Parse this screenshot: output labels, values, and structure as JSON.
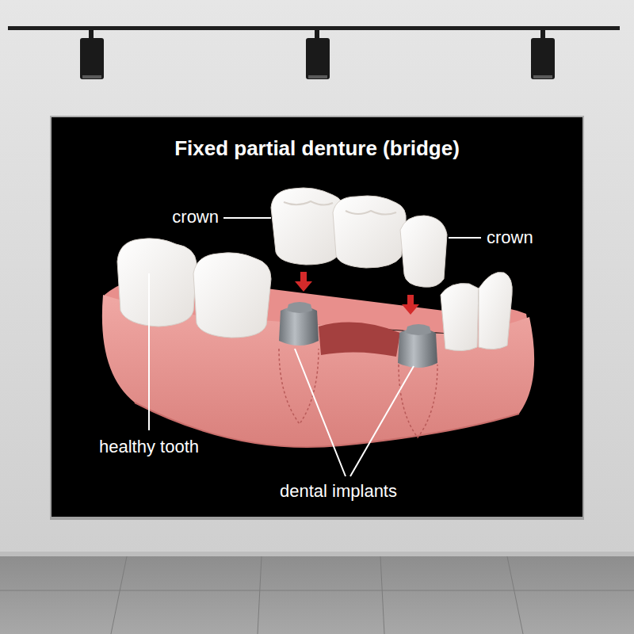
{
  "diagram": {
    "title": "Fixed partial denture (bridge)",
    "labels": [
      "crown",
      "crown",
      "healthy tooth",
      "dental implants"
    ]
  }
}
